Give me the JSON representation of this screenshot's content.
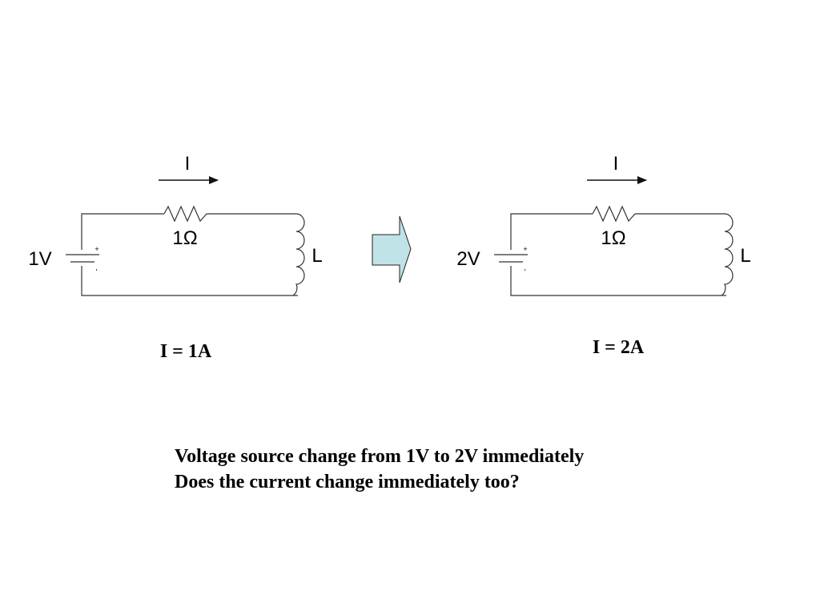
{
  "left_circuit": {
    "current_arrow_label": "I",
    "resistor_label": "1Ω",
    "source_label": "1V",
    "inductor_label": "L",
    "battery_plus": "+",
    "battery_minus": "-",
    "result": "I = 1A"
  },
  "right_circuit": {
    "current_arrow_label": "I",
    "resistor_label": "1Ω",
    "source_label": "2V",
    "inductor_label": "L",
    "battery_plus": "+",
    "battery_minus": "-",
    "result": "I = 2A"
  },
  "transition_arrow_fill": "#bfe3e6",
  "caption": {
    "line1": "Voltage source change from 1V to 2V immediately",
    "line2": "Does the current change immediately too?"
  }
}
